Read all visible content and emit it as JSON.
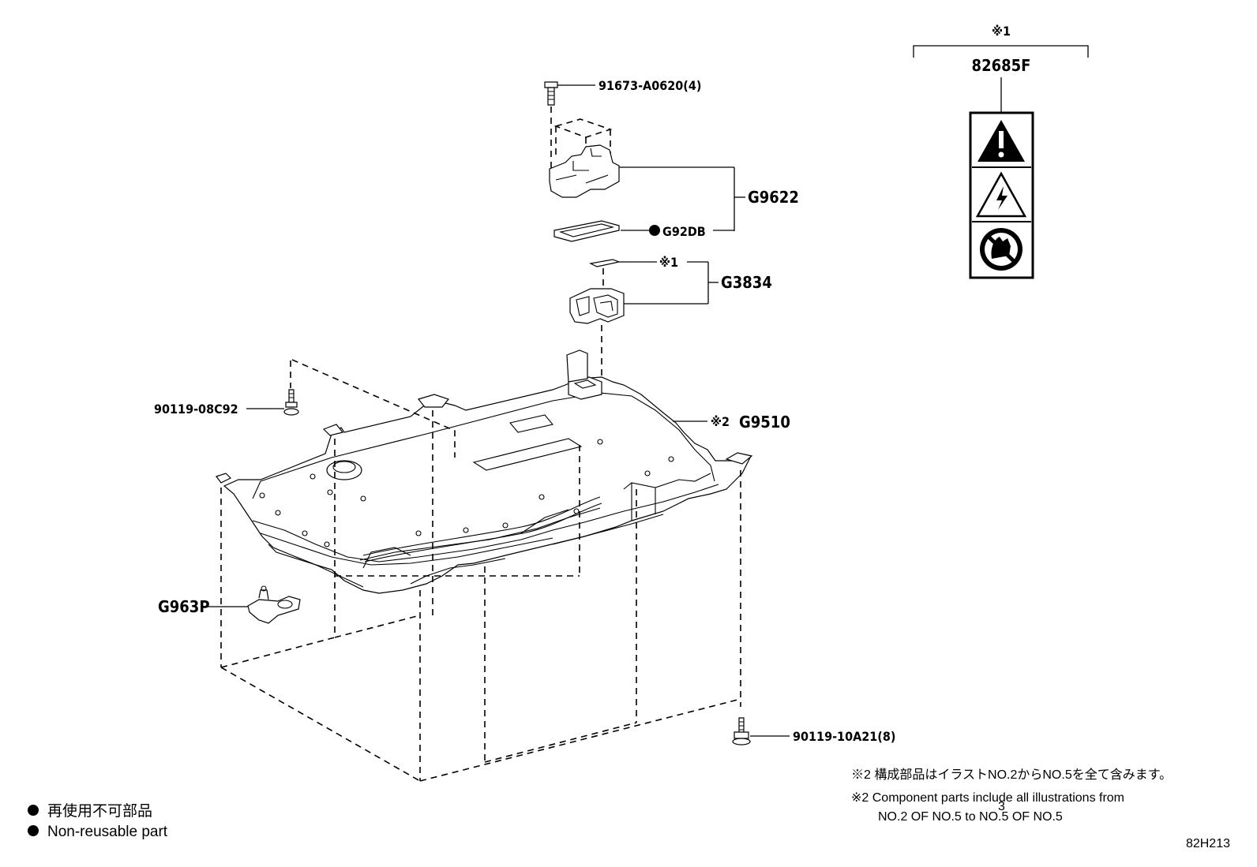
{
  "labels": {
    "bolt_top": "91673-A0620(4)",
    "cover": "G9622",
    "gasket": "G92DB",
    "ref_note1": "※1",
    "block": "G3834",
    "screw_left": "90119-08C92",
    "pack_ref": "※2",
    "pack": "G9510",
    "sensor": "G963P",
    "bolt_bottom": "90119-10A21(8)",
    "label_ref": "※1",
    "label_part": "82685F"
  },
  "notes": {
    "jp": "※2 構成部品はイラストNO.2からNO.5を全て含みます。",
    "en_line1": "※2 Component parts include all illustrations from",
    "en_line2": "NO.2 OF NO.5 to NO.5 OF NO.5",
    "page_mark": "3"
  },
  "legend": {
    "jp": "再使用不可部品",
    "en": "Non-reusable part"
  },
  "illustration_id": "82H213",
  "icons": [
    "warning-icon",
    "high-voltage-icon",
    "do-not-touch-icon",
    "non-reusable-dot-icon"
  ]
}
